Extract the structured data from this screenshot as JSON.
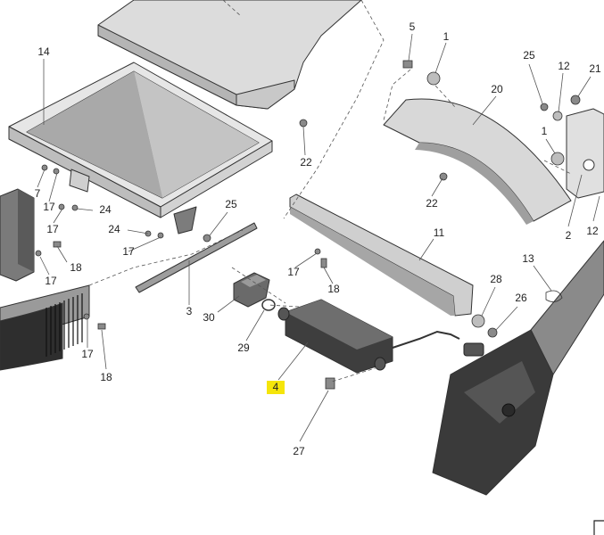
{
  "colors": {
    "highlight": "#f5e50a",
    "sheet_metal": "#d9d9d9",
    "sheet_metal_dark": "#a8a8a8",
    "dark_part": "#3a3a3a",
    "outline": "#333333"
  },
  "callouts": [
    {
      "id": "c14",
      "label": "14"
    },
    {
      "id": "c7",
      "label": "7"
    },
    {
      "id": "c17a",
      "label": "17"
    },
    {
      "id": "c24a",
      "label": "24"
    },
    {
      "id": "c17b",
      "label": "17"
    },
    {
      "id": "c18a",
      "label": "18"
    },
    {
      "id": "c17c",
      "label": "17"
    },
    {
      "id": "c24b",
      "label": "24"
    },
    {
      "id": "c17d",
      "label": "17"
    },
    {
      "id": "c25a",
      "label": "25"
    },
    {
      "id": "c22a",
      "label": "22"
    },
    {
      "id": "c3",
      "label": "3"
    },
    {
      "id": "c30",
      "label": "30"
    },
    {
      "id": "c29",
      "label": "29"
    },
    {
      "id": "c4",
      "label": "4",
      "highlighted": true
    },
    {
      "id": "c17e",
      "label": "17"
    },
    {
      "id": "c18b",
      "label": "18"
    },
    {
      "id": "c17f",
      "label": "17"
    },
    {
      "id": "c18c",
      "label": "18"
    },
    {
      "id": "c11",
      "label": "11"
    },
    {
      "id": "c22b",
      "label": "22"
    },
    {
      "id": "c5",
      "label": "5"
    },
    {
      "id": "c1a",
      "label": "1"
    },
    {
      "id": "c20",
      "label": "20"
    },
    {
      "id": "c25b",
      "label": "25"
    },
    {
      "id": "c12a",
      "label": "12"
    },
    {
      "id": "c21",
      "label": "21"
    },
    {
      "id": "c1b",
      "label": "1"
    },
    {
      "id": "c2",
      "label": "2"
    },
    {
      "id": "c12b",
      "label": "12"
    },
    {
      "id": "c13",
      "label": "13"
    },
    {
      "id": "c28",
      "label": "28"
    },
    {
      "id": "c26",
      "label": "26"
    },
    {
      "id": "c27",
      "label": "27"
    }
  ]
}
